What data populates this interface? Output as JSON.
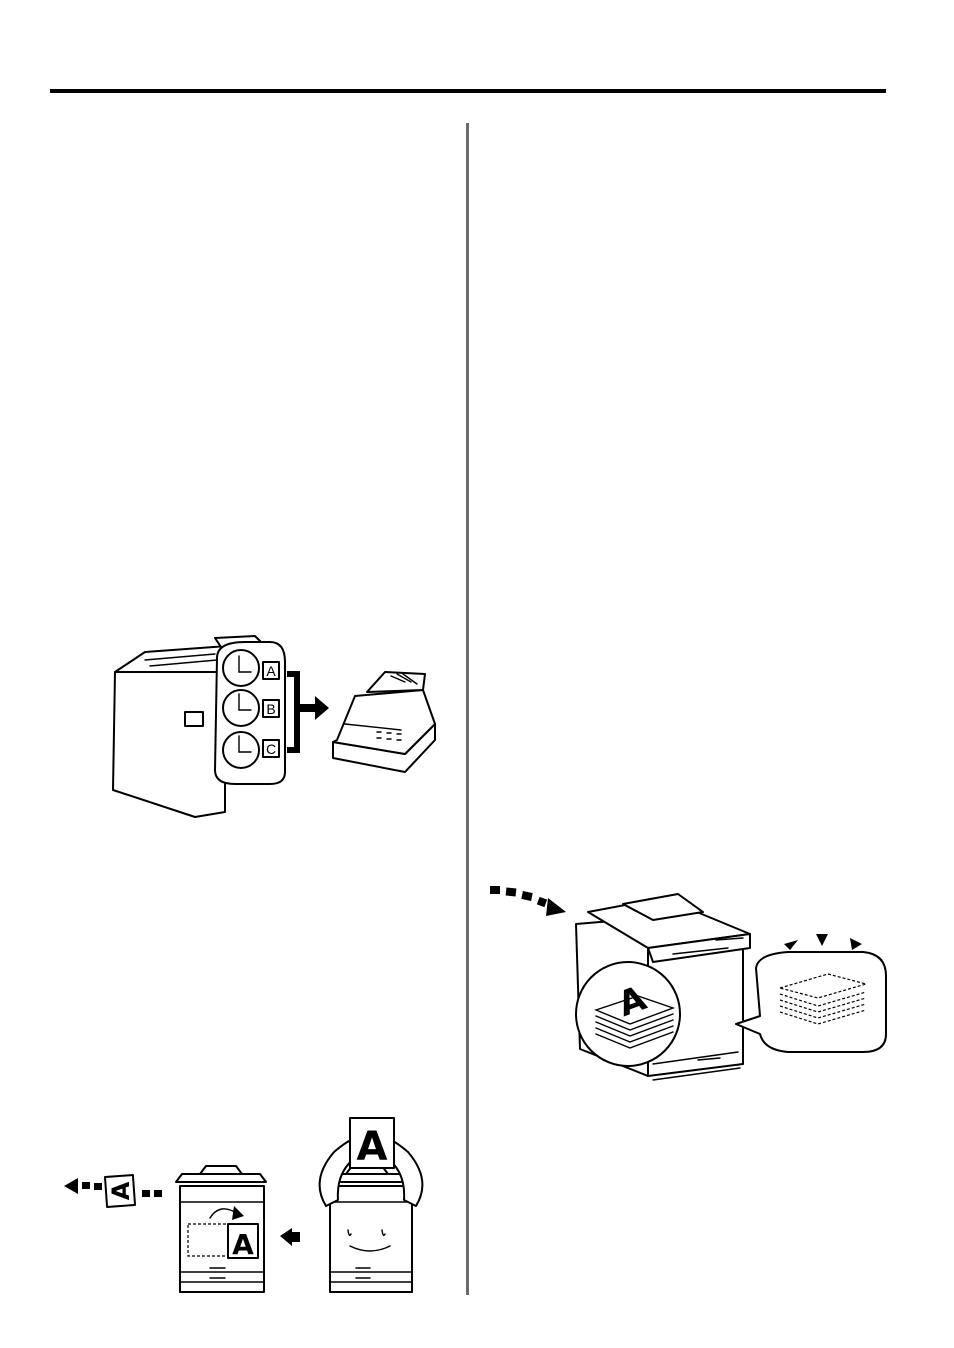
{
  "page": {
    "background": "#ffffff",
    "ink_color": "#000000",
    "divider_color": "#6b6b6b"
  },
  "illustrations": {
    "timer_fax": {
      "icon": "timer-fax-icon",
      "slot_labels": [
        "A",
        "B",
        "C"
      ]
    },
    "memory_storage": {
      "icon": "memory-storage-icon",
      "letter": "A"
    },
    "copy_return": {
      "icon": "copy-return-icon",
      "letter_out": "A",
      "letter_in": "A",
      "letter_held": "A"
    }
  }
}
